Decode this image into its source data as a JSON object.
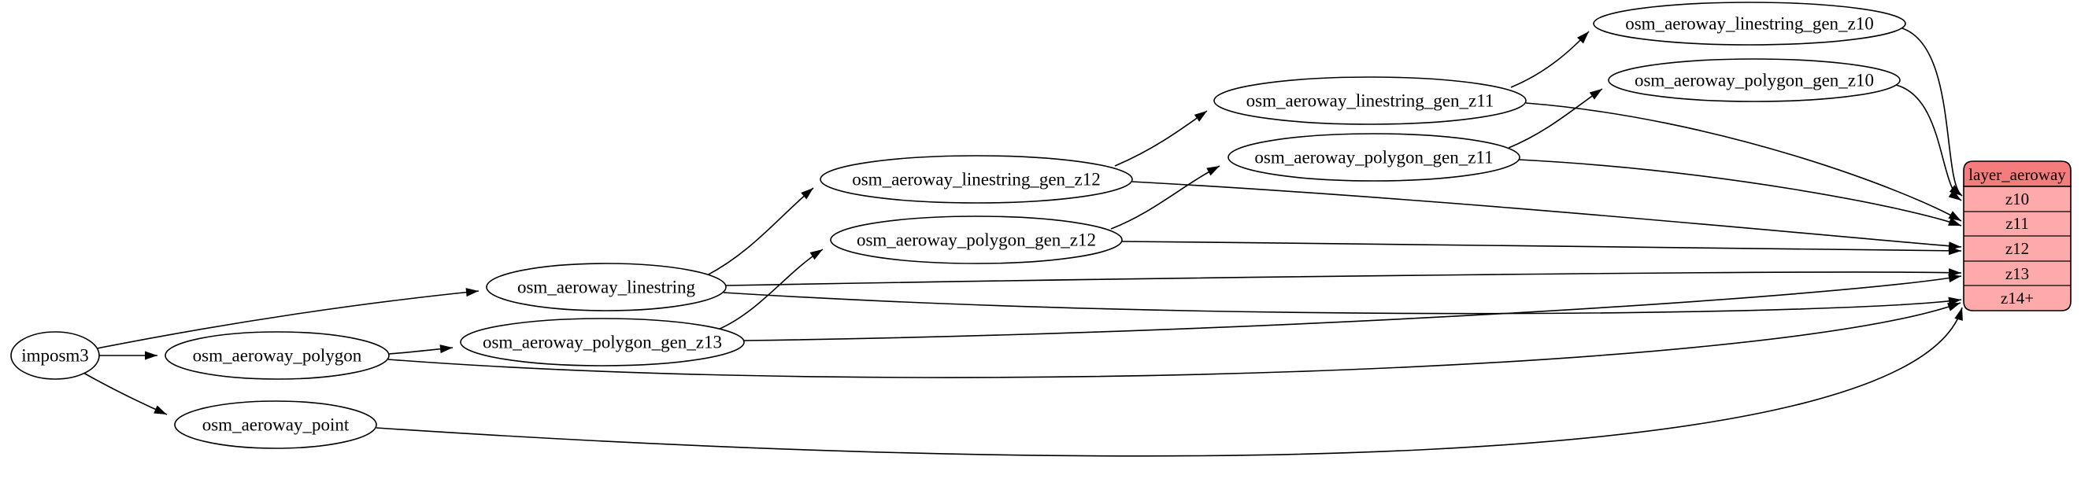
{
  "diagram": {
    "nodes": {
      "imposm3": {
        "label": "imposm3"
      },
      "osm_aeroway_polygon": {
        "label": "osm_aeroway_polygon"
      },
      "osm_aeroway_point": {
        "label": "osm_aeroway_point"
      },
      "osm_aeroway_linestring": {
        "label": "osm_aeroway_linestring"
      },
      "osm_aeroway_polygon_gen_z13": {
        "label": "osm_aeroway_polygon_gen_z13"
      },
      "osm_aeroway_linestring_gen_z12": {
        "label": "osm_aeroway_linestring_gen_z12"
      },
      "osm_aeroway_polygon_gen_z12": {
        "label": "osm_aeroway_polygon_gen_z12"
      },
      "osm_aeroway_linestring_gen_z11": {
        "label": "osm_aeroway_linestring_gen_z11"
      },
      "osm_aeroway_polygon_gen_z11": {
        "label": "osm_aeroway_polygon_gen_z11"
      },
      "osm_aeroway_linestring_gen_z10": {
        "label": "osm_aeroway_linestring_gen_z10"
      },
      "osm_aeroway_polygon_gen_z10": {
        "label": "osm_aeroway_polygon_gen_z10"
      }
    },
    "layer_table": {
      "title": "layer_aeroway",
      "rows": [
        "z10",
        "z11",
        "z12",
        "z13",
        "z14+"
      ]
    },
    "colors": {
      "table_header_fill": "#f47c7c",
      "table_row_fill": "#ffaaaa",
      "node_fill": "#ffffff",
      "stroke": "#000000"
    },
    "edges": [
      {
        "from": "imposm3",
        "to": "osm_aeroway_polygon"
      },
      {
        "from": "imposm3",
        "to": "osm_aeroway_point"
      },
      {
        "from": "imposm3",
        "to": "osm_aeroway_linestring"
      },
      {
        "from": "osm_aeroway_polygon",
        "to": "osm_aeroway_polygon_gen_z13"
      },
      {
        "from": "osm_aeroway_polygon_gen_z13",
        "to": "osm_aeroway_polygon_gen_z12"
      },
      {
        "from": "osm_aeroway_polygon_gen_z12",
        "to": "osm_aeroway_polygon_gen_z11"
      },
      {
        "from": "osm_aeroway_polygon_gen_z11",
        "to": "osm_aeroway_polygon_gen_z10"
      },
      {
        "from": "osm_aeroway_linestring",
        "to": "osm_aeroway_linestring_gen_z12"
      },
      {
        "from": "osm_aeroway_linestring_gen_z12",
        "to": "osm_aeroway_linestring_gen_z11"
      },
      {
        "from": "osm_aeroway_linestring_gen_z11",
        "to": "osm_aeroway_linestring_gen_z10"
      },
      {
        "from": "osm_aeroway_linestring_gen_z10",
        "to": "layer_aeroway.z10"
      },
      {
        "from": "osm_aeroway_polygon_gen_z10",
        "to": "layer_aeroway.z10"
      },
      {
        "from": "osm_aeroway_linestring_gen_z11",
        "to": "layer_aeroway.z11"
      },
      {
        "from": "osm_aeroway_polygon_gen_z11",
        "to": "layer_aeroway.z11"
      },
      {
        "from": "osm_aeroway_linestring_gen_z12",
        "to": "layer_aeroway.z12"
      },
      {
        "from": "osm_aeroway_polygon_gen_z12",
        "to": "layer_aeroway.z12"
      },
      {
        "from": "osm_aeroway_linestring",
        "to": "layer_aeroway.z13"
      },
      {
        "from": "osm_aeroway_polygon_gen_z13",
        "to": "layer_aeroway.z13"
      },
      {
        "from": "osm_aeroway_linestring",
        "to": "layer_aeroway.z14+"
      },
      {
        "from": "osm_aeroway_polygon",
        "to": "layer_aeroway.z14+"
      },
      {
        "from": "osm_aeroway_point",
        "to": "layer_aeroway.z14+"
      }
    ]
  }
}
